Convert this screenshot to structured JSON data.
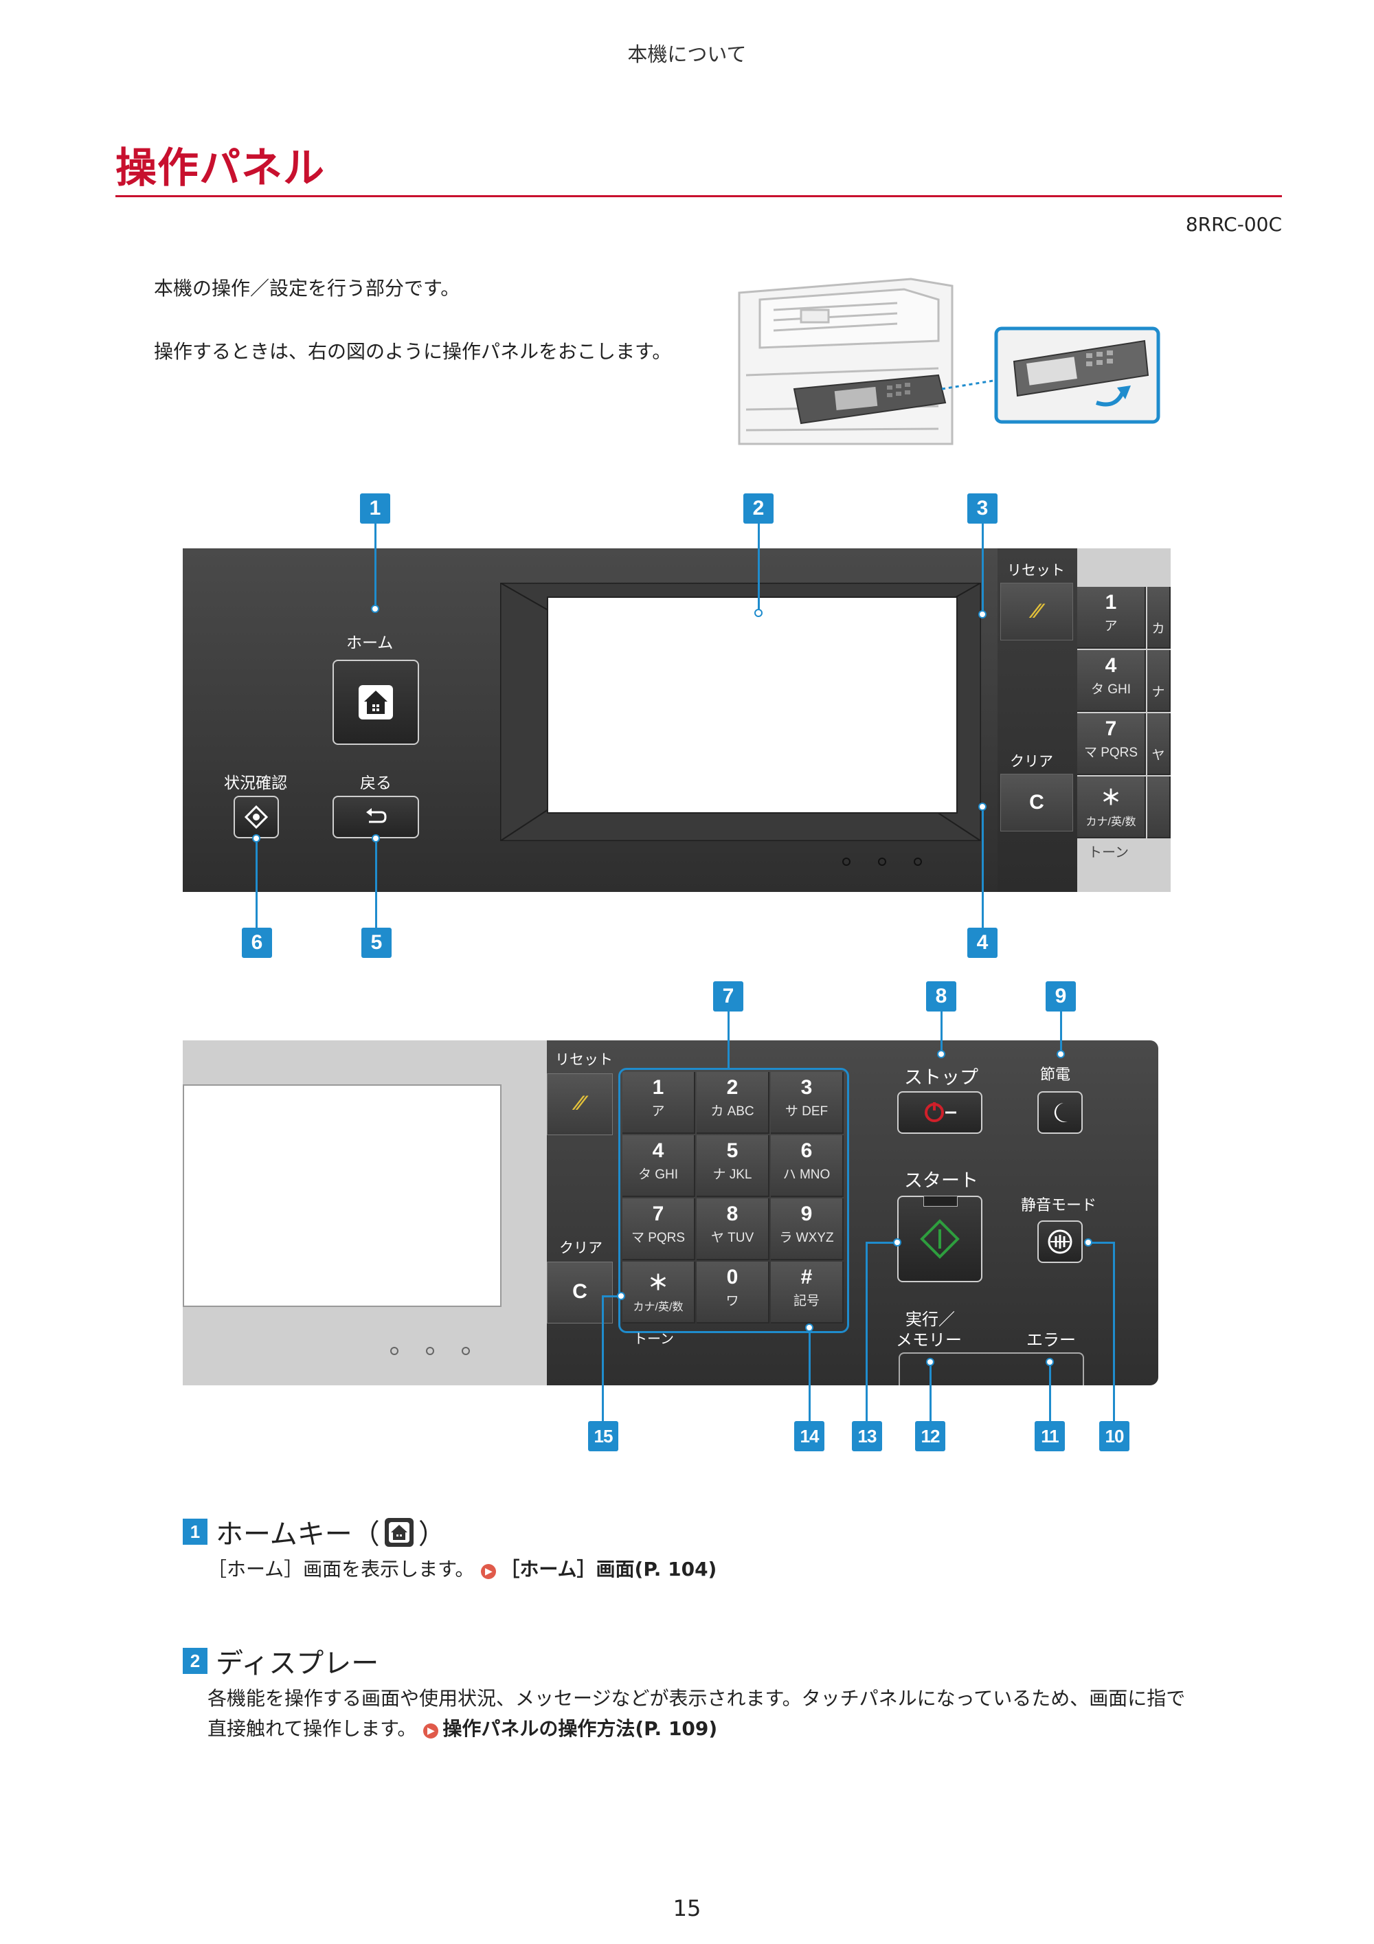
{
  "header": {
    "running_title": "本機について"
  },
  "page": {
    "title": "操作パネル",
    "doc_code": "8RRC-00C",
    "page_number": "15"
  },
  "intro": {
    "line1": "本機の操作／設定を行う部分です。",
    "line2": "操作するときは、右の図のように操作パネルをおこします。"
  },
  "panel_top": {
    "labels": {
      "home": "ホーム",
      "status": "状況確認",
      "back": "戻る",
      "reset": "リセット",
      "clear": "クリア",
      "clear_key": "C",
      "tone": "トーン"
    },
    "keys": [
      {
        "num": "1",
        "sub": "ア"
      },
      {
        "num": "4",
        "sub": "タ GHI"
      },
      {
        "num": "7",
        "sub": "マ PQRS"
      },
      {
        "num": "＊",
        "sub": "カナ/英/数"
      }
    ],
    "partial_keys": [
      "カ",
      "ナ",
      "ヤ"
    ]
  },
  "panel_bottom": {
    "labels": {
      "reset": "リセット",
      "clear": "クリア",
      "clear_key": "C",
      "tone": "トーン",
      "stop": "ストップ",
      "sleep": "節電",
      "start": "スタート",
      "quiet": "静音モード",
      "exec_memory_1": "実行／",
      "exec_memory_2": "メモリー",
      "error": "エラー"
    },
    "keys": [
      {
        "num": "1",
        "sub": "ア"
      },
      {
        "num": "2",
        "sub": "カ ABC"
      },
      {
        "num": "3",
        "sub": "サ DEF"
      },
      {
        "num": "4",
        "sub": "タ GHI"
      },
      {
        "num": "5",
        "sub": "ナ JKL"
      },
      {
        "num": "6",
        "sub": "ハ MNO"
      },
      {
        "num": "7",
        "sub": "マ PQRS"
      },
      {
        "num": "8",
        "sub": "ヤ TUV"
      },
      {
        "num": "9",
        "sub": "ラ WXYZ"
      },
      {
        "num": "＊",
        "sub": "カナ/英/数"
      },
      {
        "num": "0",
        "sub": "ワ"
      },
      {
        "num": "#",
        "sub": "記号"
      }
    ]
  },
  "callouts": [
    "1",
    "2",
    "3",
    "4",
    "5",
    "6",
    "7",
    "8",
    "9",
    "10",
    "11",
    "12",
    "13",
    "14",
    "15"
  ],
  "items": [
    {
      "badge": "1",
      "title_before": "ホームキー（",
      "title_after": "）",
      "icon": "home-icon",
      "body": "［ホーム］画面を表示します。",
      "xref": "［ホーム］画面(P. 104)"
    },
    {
      "badge": "2",
      "title": "ディスプレー",
      "body_line1": "各機能を操作する画面や使用状況、メッセージなどが表示されます。タッチパネルになっているため、画面に指で",
      "body_line2": "直接触れて操作します。",
      "xref": "操作パネルの操作方法(P. 109)"
    }
  ],
  "colors": {
    "accent_red": "#c8102e",
    "callout_blue": "#1f8ccd",
    "start_green": "#2e9e3e",
    "stop_red": "#d0202a"
  }
}
